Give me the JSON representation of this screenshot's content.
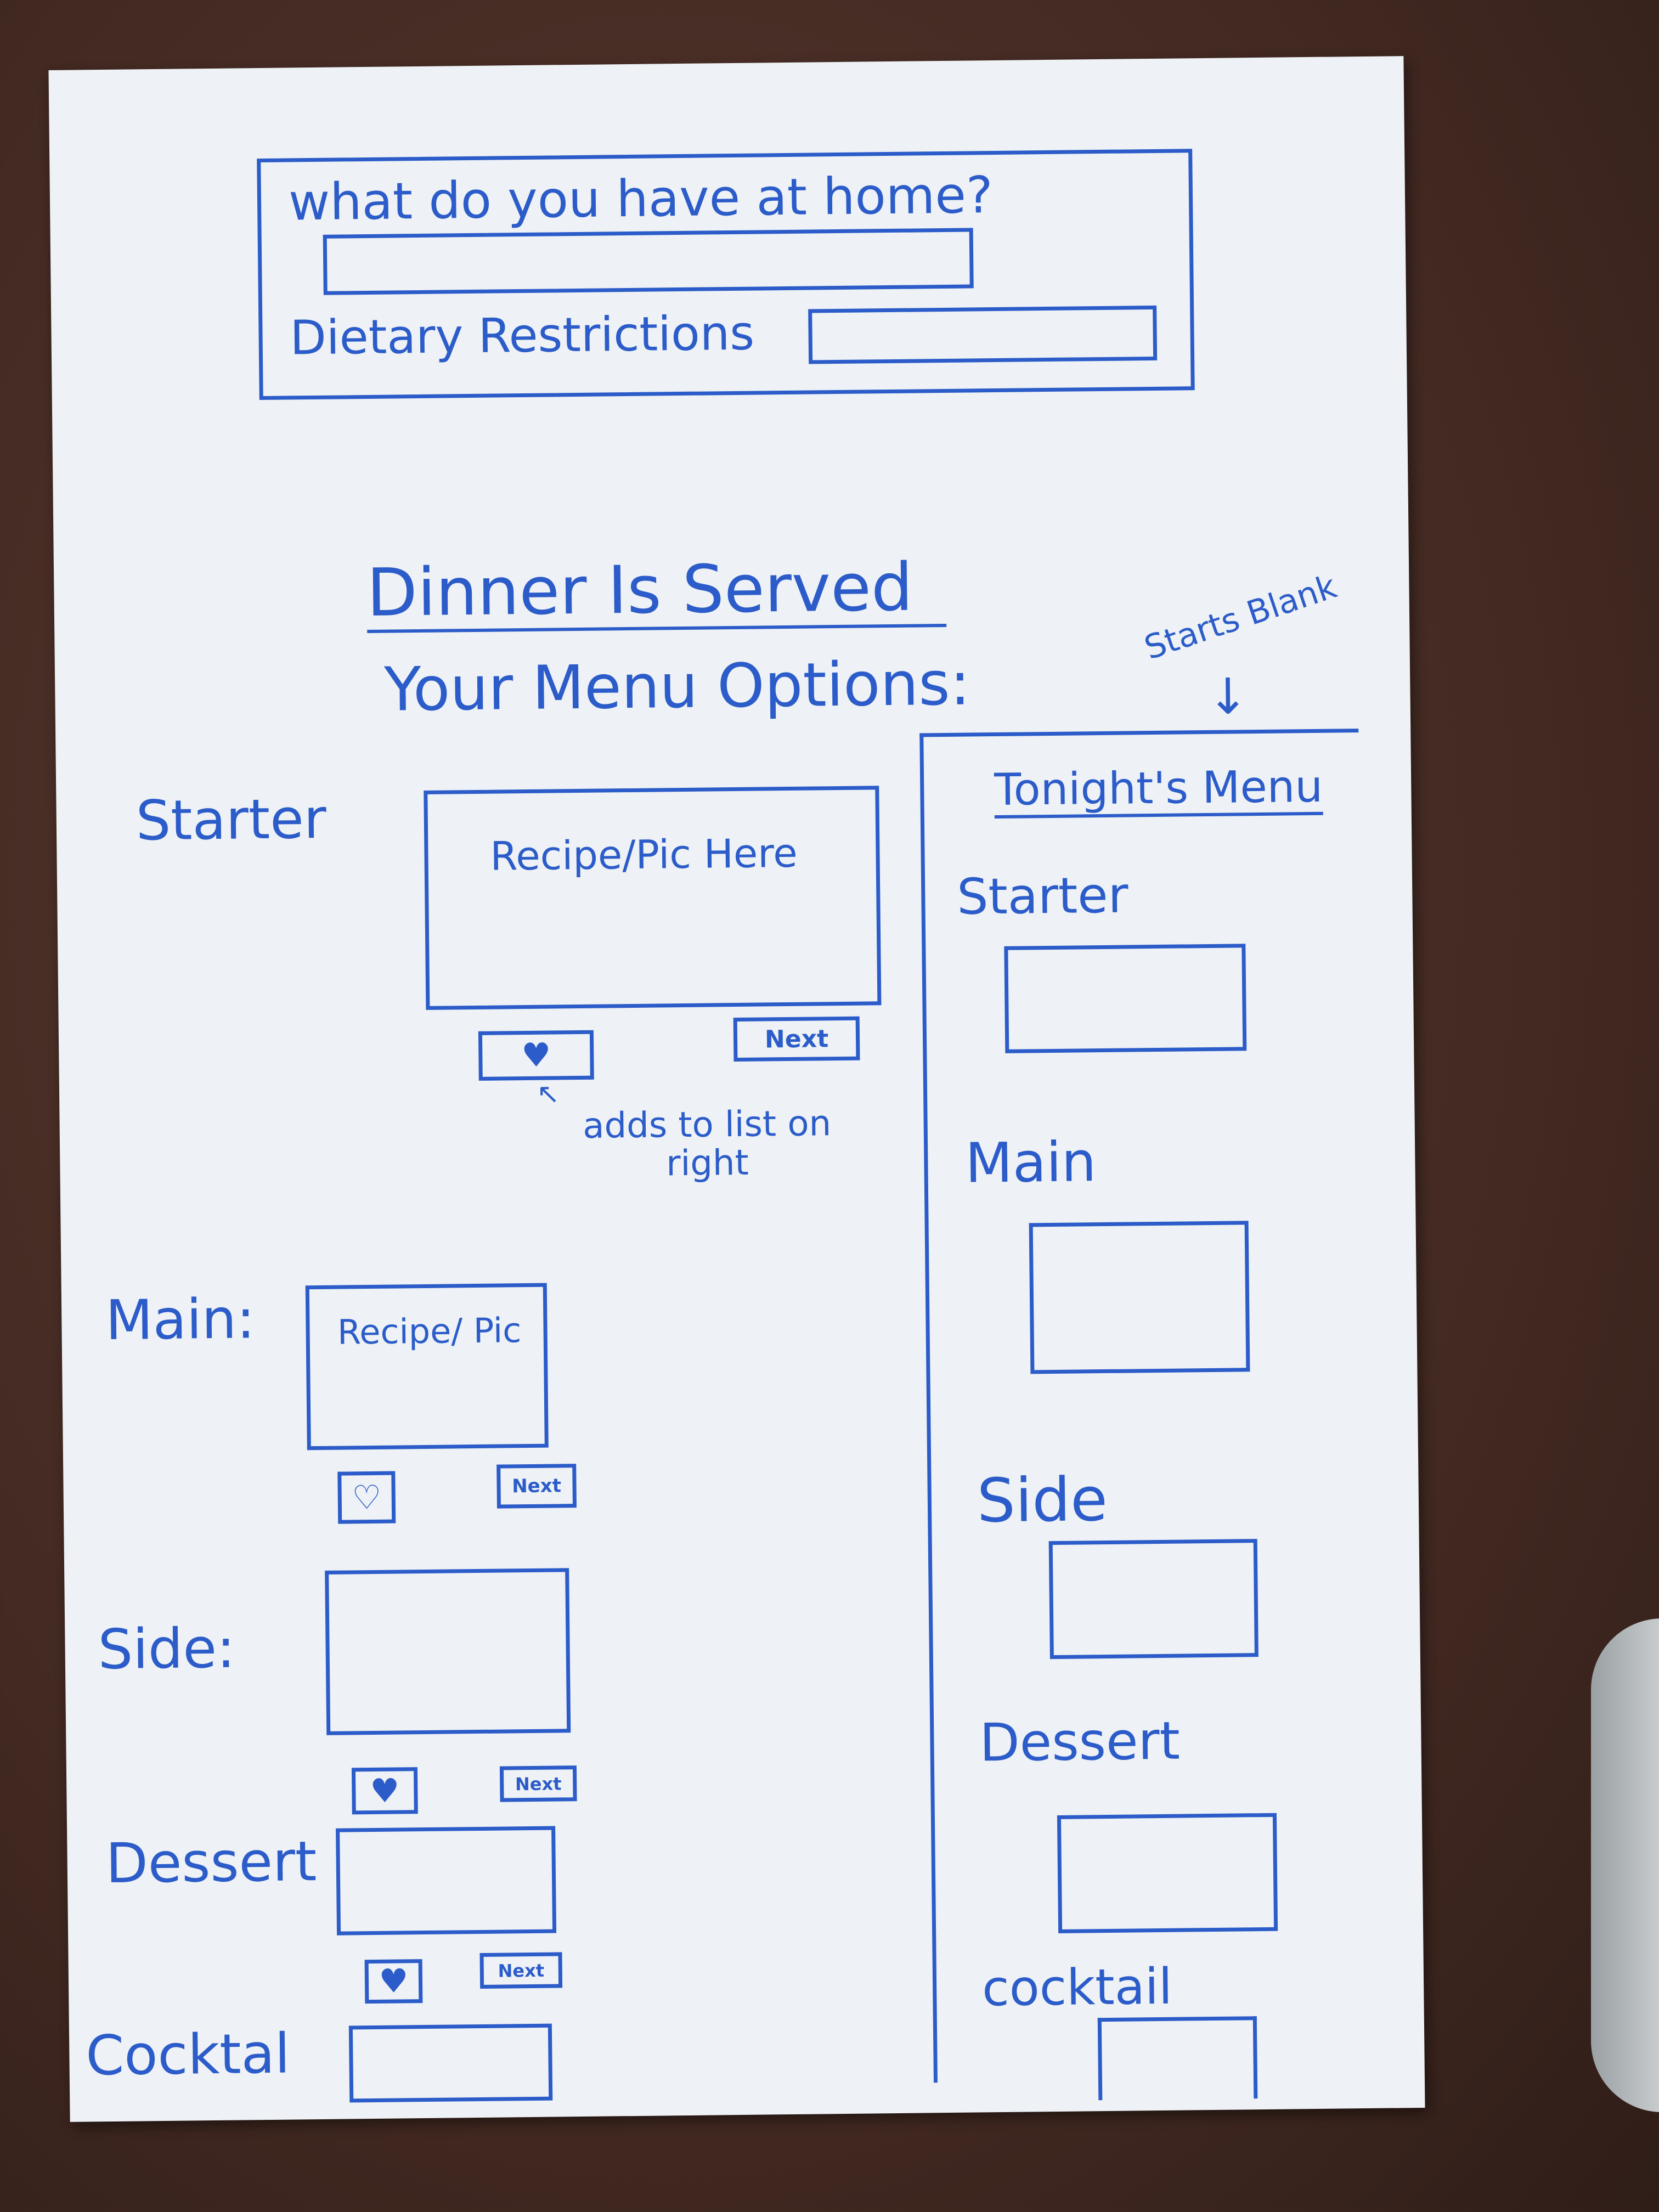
{
  "form": {
    "question": "what do you have at home?",
    "dietary_label": "Dietary Restrictions"
  },
  "title": "Dinner Is Served",
  "options_heading": "Your Menu Options:",
  "annotation_starts_blank": "Starts Blank",
  "starter": {
    "label": "Starter",
    "card_text": "Recipe/Pic Here",
    "next_label": "Next",
    "note": "adds to list on right"
  },
  "main": {
    "label": "Main:",
    "card_text": "Recipe/ Pic",
    "next_label": "Next"
  },
  "side": {
    "label": "Side:",
    "next_label": "Next"
  },
  "dessert": {
    "label": "Dessert",
    "next_label": "Next"
  },
  "cocktail": {
    "label": "Cocktal"
  },
  "tonights_menu": {
    "title": "Tonight's Menu",
    "items": [
      "Starter",
      "Main",
      "Side",
      "Dessert",
      "cocktail"
    ]
  },
  "colors": {
    "ink": "#2b5cc9",
    "paper": "#eef1f5",
    "desk": "#4a2f26"
  },
  "icons": {
    "favorite": "heart-icon",
    "arrow": "arrow-icon"
  }
}
